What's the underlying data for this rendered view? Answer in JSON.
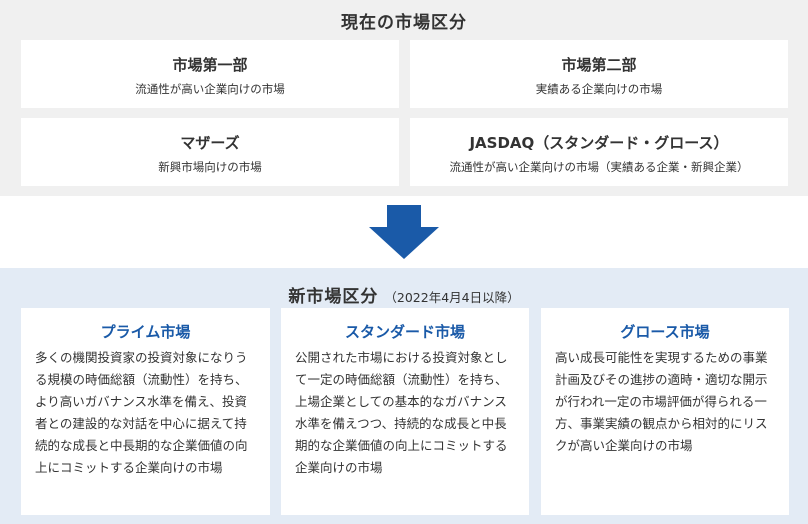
{
  "current": {
    "title": "現在の市場区分",
    "markets": [
      {
        "name": "市場第一部",
        "desc": "流通性が高い企業向けの市場"
      },
      {
        "name": "市場第二部",
        "desc": "実績ある企業向けの市場"
      },
      {
        "name": "マザーズ",
        "desc": "新興市場向けの市場"
      },
      {
        "name": "JASDAQ（スタンダード・グロース）",
        "desc": "流通性が高い企業向けの市場（実績ある企業・新興企業）"
      }
    ]
  },
  "arrow": {
    "icon": "arrow-down-icon",
    "color": "#1a5aa8"
  },
  "new": {
    "title": "新市場区分",
    "subtitle": "（2022年4月4日以降）",
    "markets": [
      {
        "name": "プライム市場",
        "desc": "多くの機関投資家の投資対象になりうる規模の時価総額（流動性）を持ち、より高いガバナンス水準を備え、投資者との建設的な対話を中心に据えて持続的な成長と中長期的な企業価値の向上にコミットする企業向けの市場"
      },
      {
        "name": "スタンダード市場",
        "desc": "公開された市場における投資対象として一定の時価総額（流動性）を持ち、上場企業としての基本的なガバナンス水準を備えつつ、持続的な成長と中長期的な企業価値の向上にコミットする企業向けの市場"
      },
      {
        "name": "グロース市場",
        "desc": "高い成長可能性を実現するための事業計画及びその進捗の適時・適切な開示が行われ一定の市場評価が得られる一方、事業実績の観点から相対的にリスクが高い企業向けの市場"
      }
    ]
  },
  "colors": {
    "accent": "#1a5aa8",
    "top_bg": "#f0f0f0",
    "bottom_bg": "#e3ebf5"
  }
}
